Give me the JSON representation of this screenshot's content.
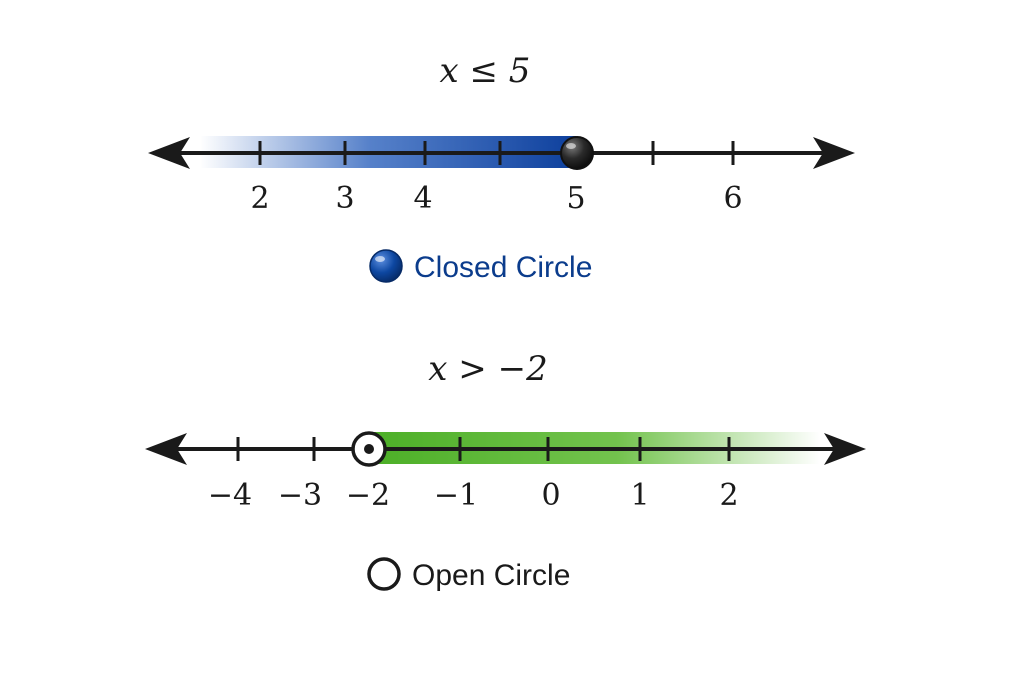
{
  "colors": {
    "axis": "#1a1a1a",
    "closed_fill": "#0d47a1",
    "closed_label": "#0b3c8c",
    "open_label": "#1a1a1a",
    "ray_top": "#1e57b8",
    "ray_bottom": "#5ab82e"
  },
  "top": {
    "title": "x ≤ 5",
    "ticks": [
      "2",
      "3",
      "4",
      "5",
      "6"
    ],
    "endpoint": "5",
    "direction": "left",
    "legend": {
      "icon": "closed-circle-icon",
      "label": "Closed Circle"
    }
  },
  "bottom": {
    "title": "x > −2",
    "ticks": [
      "−4",
      "−3",
      "−2",
      "−1",
      "0",
      "1",
      "2"
    ],
    "endpoint": "−2",
    "direction": "right",
    "legend": {
      "icon": "open-circle-icon",
      "label": "Open Circle"
    }
  }
}
